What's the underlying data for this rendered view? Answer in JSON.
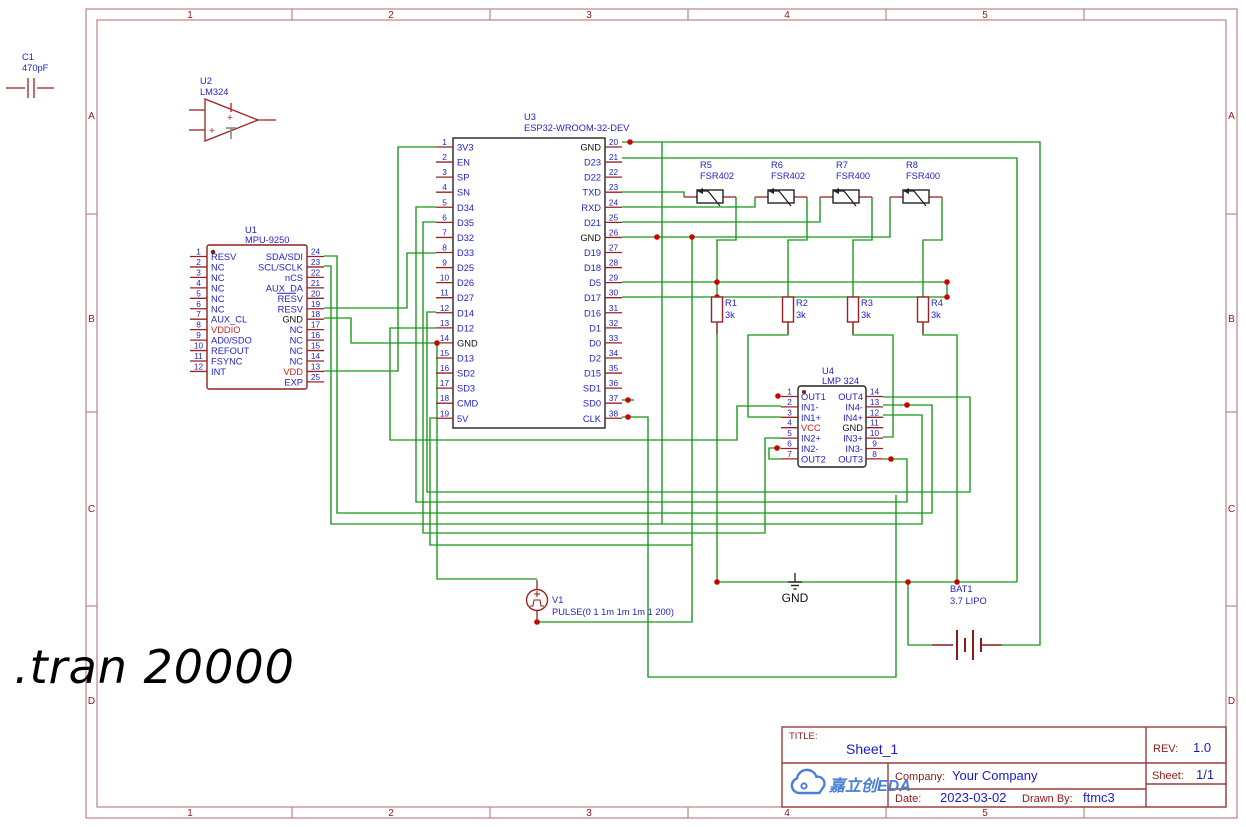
{
  "sheet": {
    "frame": {
      "columns": [
        "1",
        "2",
        "3",
        "4",
        "5"
      ],
      "rows": [
        "A",
        "B",
        "C",
        "D"
      ]
    },
    "title_block": {
      "title_label": "TITLE:",
      "title": "Sheet_1",
      "rev_label": "REV:",
      "rev": "1.0",
      "company_label": "Company:",
      "company": "Your Company",
      "sheet_label": "Sheet:",
      "sheet": "1/1",
      "date_label": "Date:",
      "date": "2023-03-02",
      "drawn_by_label": "Drawn By:",
      "drawn_by": "ftmc3",
      "logo_text": "嘉立创EDA"
    },
    "spice_directive": ".tran 20000"
  },
  "colors": {
    "wire_green": "#169616",
    "component_red": "#992222",
    "label_blue": "#2323cc",
    "frame_red": "#c08383",
    "junction_red": "#d00000",
    "logo_blue": "#4a7fd6"
  },
  "components": {
    "c1": {
      "ref": "C1",
      "value": "470pF"
    },
    "u2": {
      "ref": "U2",
      "value": "LM324"
    },
    "v1": {
      "ref": "V1",
      "value": "PULSE(0 1 1m 1m 1m 1 200)"
    },
    "bat1": {
      "ref": "BAT1",
      "value": "3.7 LIPO"
    },
    "gnd": {
      "label": "GND"
    },
    "r1": {
      "ref": "R1",
      "value": "3k"
    },
    "r2": {
      "ref": "R2",
      "value": "3k"
    },
    "r3": {
      "ref": "R3",
      "value": "3k"
    },
    "r4": {
      "ref": "R4",
      "value": "3k"
    },
    "r5": {
      "ref": "R5",
      "value": "FSR402"
    },
    "r6": {
      "ref": "R6",
      "value": "FSR402"
    },
    "r7": {
      "ref": "R7",
      "value": "FSR400"
    },
    "r8": {
      "ref": "R8",
      "value": "FSR400"
    },
    "u1": {
      "ref": "U1",
      "value": "MPU-9250",
      "left_pins": [
        {
          "num": "1",
          "name": "RESV"
        },
        {
          "num": "2",
          "name": "NC"
        },
        {
          "num": "3",
          "name": "NC"
        },
        {
          "num": "4",
          "name": "NC"
        },
        {
          "num": "5",
          "name": "NC"
        },
        {
          "num": "6",
          "name": "NC"
        },
        {
          "num": "7",
          "name": "AUX_CL"
        },
        {
          "num": "8",
          "name": "VDDIO",
          "name_color": "red",
          "num_color": "red"
        },
        {
          "num": "9",
          "name": "AD0/SDO"
        },
        {
          "num": "10",
          "name": "REFOUT"
        },
        {
          "num": "11",
          "name": "FSYNC"
        },
        {
          "num": "12",
          "name": "INT"
        }
      ],
      "right_pins": [
        {
          "num": "24",
          "name": "SDA/SDI"
        },
        {
          "num": "23",
          "name": "SCL/SCLK"
        },
        {
          "num": "22",
          "name": "nCS"
        },
        {
          "num": "21",
          "name": "AUX_DA"
        },
        {
          "num": "20",
          "name": "RESV",
          "overline": true
        },
        {
          "num": "19",
          "name": "RESV"
        },
        {
          "num": "18",
          "name": "GND",
          "name_color": "black"
        },
        {
          "num": "17",
          "name": "NC"
        },
        {
          "num": "16",
          "name": "NC"
        },
        {
          "num": "15",
          "name": "NC"
        },
        {
          "num": "14",
          "name": "NC"
        },
        {
          "num": "13",
          "name": "VDD",
          "name_color": "red",
          "num_color": "red"
        },
        {
          "num": "25",
          "name": "EXP"
        }
      ]
    },
    "u3": {
      "ref": "U3",
      "value": "ESP32-WROOM-32-DEV",
      "left_pins": [
        {
          "num": "1",
          "name": "3V3"
        },
        {
          "num": "2",
          "name": "EN"
        },
        {
          "num": "3",
          "name": "SP"
        },
        {
          "num": "4",
          "name": "SN"
        },
        {
          "num": "5",
          "name": "D34"
        },
        {
          "num": "6",
          "name": "D35"
        },
        {
          "num": "7",
          "name": "D32"
        },
        {
          "num": "8",
          "name": "D33"
        },
        {
          "num": "9",
          "name": "D25"
        },
        {
          "num": "10",
          "name": "D26"
        },
        {
          "num": "11",
          "name": "D27"
        },
        {
          "num": "12",
          "name": "D14"
        },
        {
          "num": "13",
          "name": "D12"
        },
        {
          "num": "14",
          "name": "GND",
          "name_color": "black"
        },
        {
          "num": "15",
          "name": "D13"
        },
        {
          "num": "16",
          "name": "SD2"
        },
        {
          "num": "17",
          "name": "SD3"
        },
        {
          "num": "18",
          "name": "CMD"
        },
        {
          "num": "19",
          "name": "5V"
        }
      ],
      "right_pins": [
        {
          "num": "20",
          "name": "GND",
          "name_color": "black"
        },
        {
          "num": "21",
          "name": "D23"
        },
        {
          "num": "22",
          "name": "D22"
        },
        {
          "num": "23",
          "name": "TXD"
        },
        {
          "num": "24",
          "name": "RXD"
        },
        {
          "num": "25",
          "name": "D21"
        },
        {
          "num": "26",
          "name": "GND",
          "name_color": "black"
        },
        {
          "num": "27",
          "name": "D19"
        },
        {
          "num": "28",
          "name": "D18"
        },
        {
          "num": "29",
          "name": "D5"
        },
        {
          "num": "30",
          "name": "D17"
        },
        {
          "num": "31",
          "name": "D16"
        },
        {
          "num": "32",
          "name": "D1"
        },
        {
          "num": "33",
          "name": "D0"
        },
        {
          "num": "34",
          "name": "D2"
        },
        {
          "num": "35",
          "name": "D15"
        },
        {
          "num": "36",
          "name": "SD1"
        },
        {
          "num": "37",
          "name": "SD0"
        },
        {
          "num": "38",
          "name": "CLK"
        }
      ]
    },
    "u4": {
      "ref": "U4",
      "value": "LMP 324",
      "left_pins": [
        {
          "num": "1",
          "name": "OUT1"
        },
        {
          "num": "2",
          "name": "IN1-"
        },
        {
          "num": "3",
          "name": "IN1+"
        },
        {
          "num": "4",
          "name": "VCC",
          "name_color": "red",
          "num_color": "red"
        },
        {
          "num": "5",
          "name": "IN2+"
        },
        {
          "num": "6",
          "name": "IN2-"
        },
        {
          "num": "7",
          "name": "OUT2"
        }
      ],
      "right_pins": [
        {
          "num": "14",
          "name": "OUT4"
        },
        {
          "num": "13",
          "name": "IN4-"
        },
        {
          "num": "12",
          "name": "IN4+"
        },
        {
          "num": "11",
          "name": "GND",
          "name_color": "black"
        },
        {
          "num": "10",
          "name": "IN3+"
        },
        {
          "num": "9",
          "name": "IN3-"
        },
        {
          "num": "8",
          "name": "OUT3"
        }
      ]
    }
  }
}
